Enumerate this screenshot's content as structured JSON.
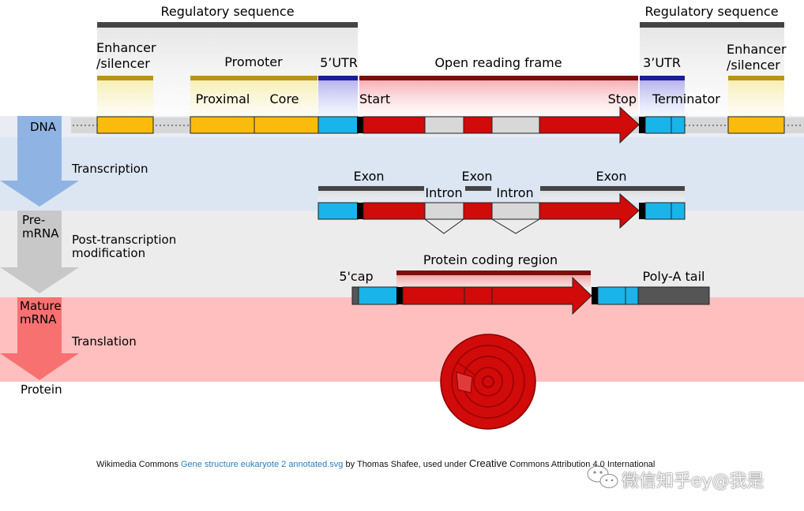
{
  "dna_labels": {
    "regulatory_left": "Regulatory sequence",
    "regulatory_right": "Regulatory sequence",
    "enhancer_left": "Enhancer\n/silencer",
    "enhancer_right": "Enhancer\n/silencer",
    "promoter": "Promoter",
    "utr5": "5’UTR",
    "orf": "Open reading frame",
    "utr3": "3’UTR",
    "proximal": "Proximal",
    "core": "Core",
    "start": "Start",
    "stop": "Stop",
    "terminator": "Terminator"
  },
  "stages": {
    "dna": "DNA",
    "pre_mrna": "Pre-\nmRNA",
    "mature_mrna": "Mature\nmRNA",
    "protein": "Protein"
  },
  "processes": {
    "transcription": "Transcription",
    "post_transcription": "Post-transcription\nmodification",
    "translation": "Translation"
  },
  "pre_mrna_labels": {
    "exon1": "Exon",
    "exon2": "Exon",
    "exon3": "Exon",
    "intron1": "Intron",
    "intron2": "Intron"
  },
  "mature_labels": {
    "cap": "5'cap",
    "coding_region": "Protein coding region",
    "polya": "Poly-A tail"
  },
  "credit": {
    "prefix": "Wikimedia Commons ",
    "link": "Gene structure eukaryote 2 annotated.svg",
    "middle": " by Thomas Shafee, used under ",
    "big": "Creative",
    "suffix": " Commons Attribution 4.0 International"
  },
  "watermark": {
    "text": "微信知乎ey@我是"
  },
  "colors": {
    "enhancer": "#fbbb0e",
    "utr": "#19b4ea",
    "orf": "#d10a0a",
    "intron": "#d8d8d8",
    "polya": "#555555",
    "dna_band": "#dce6f2",
    "premrna_band": "#ececec",
    "mature_band": "#ffbfbf",
    "arrow_dna": "#8fb4e3",
    "arrow_pre": "#c8c8c8",
    "arrow_mature": "#f87171"
  }
}
